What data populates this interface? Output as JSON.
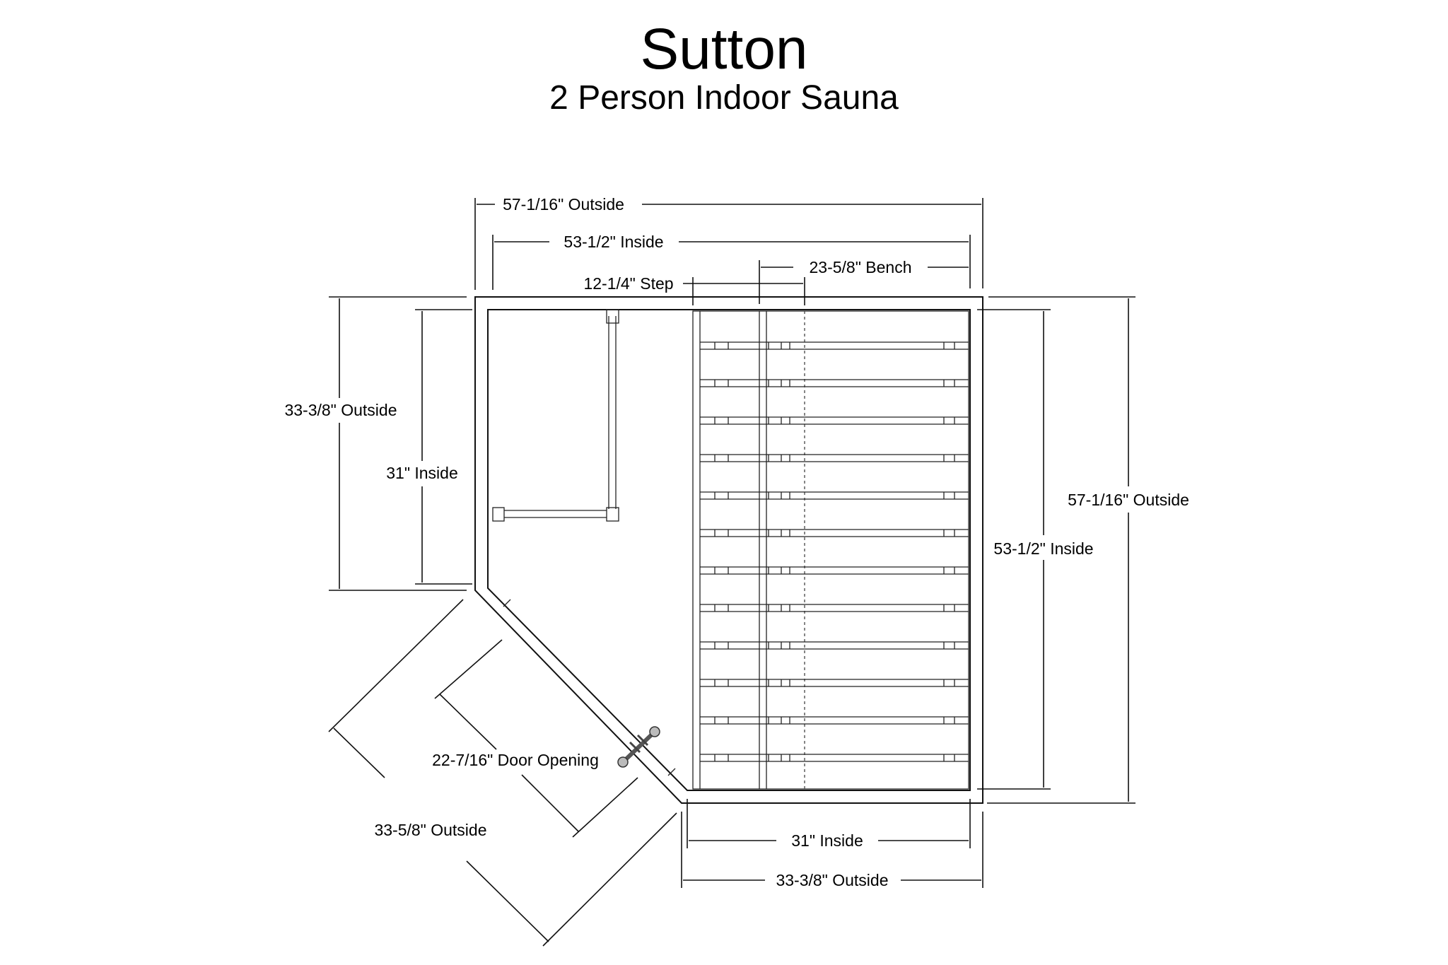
{
  "title": "Sutton",
  "subtitle": "2 Person Indoor Sauna",
  "dimensions": {
    "top_outside": "57-1/16\" Outside",
    "top_inside": "53-1/2\" Inside",
    "bench": "23-5/8\" Bench",
    "step": "12-1/4\" Step",
    "left_outside": "33-3/8\" Outside",
    "left_inside": "31\" Inside",
    "right_outside": "57-1/16\" Outside",
    "right_inside": "53-1/2\" Inside",
    "bottom_inside": "31\" Inside",
    "bottom_outside": "33-3/8\" Outside",
    "door_opening": "22-7/16\" Door Opening",
    "diagonal_outside": "33-5/8\" Outside"
  }
}
